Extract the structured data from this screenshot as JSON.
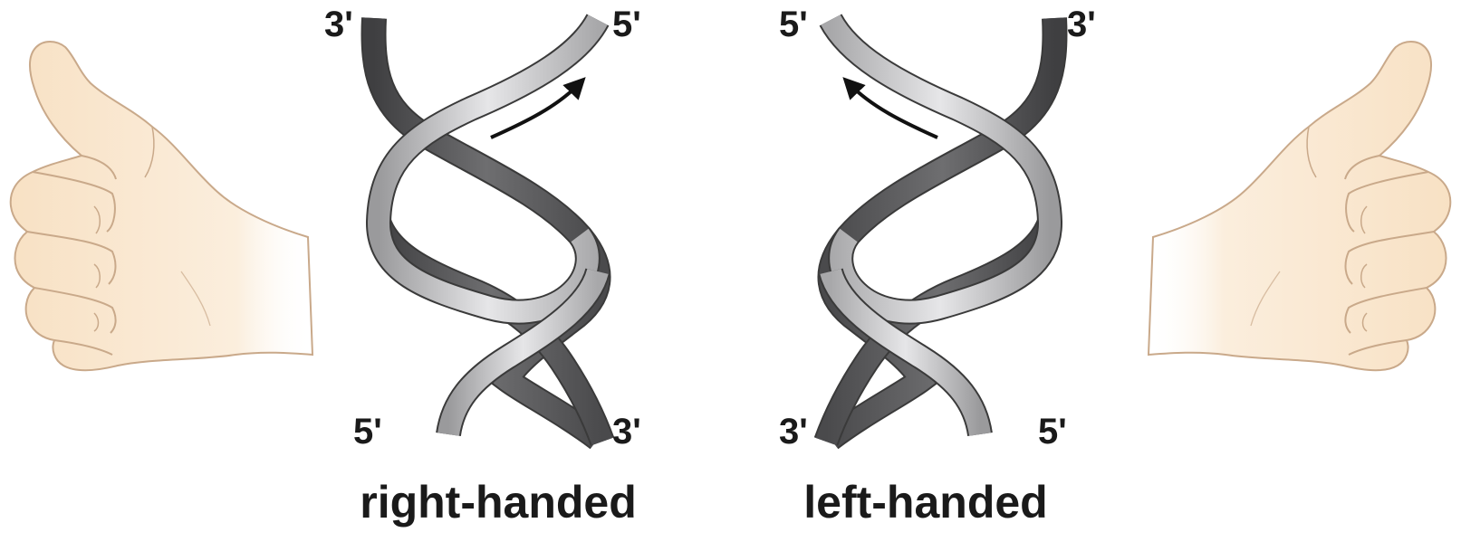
{
  "right_helix": {
    "top_left_end": "3'",
    "top_right_end": "5'",
    "bottom_left_end": "5'",
    "bottom_right_end": "3'",
    "caption": "right-handed"
  },
  "left_helix": {
    "top_left_end": "5'",
    "top_right_end": "3'",
    "bottom_left_end": "3'",
    "bottom_right_end": "5'",
    "caption": "left-handed"
  },
  "colors": {
    "strand_dark": "#5a5a5c",
    "strand_light": "#c4c4c6",
    "strand_edge": "#3a3a3a",
    "skin": "#f8e1c4",
    "skin_outline": "#c9a98a",
    "arrow": "#111111"
  }
}
